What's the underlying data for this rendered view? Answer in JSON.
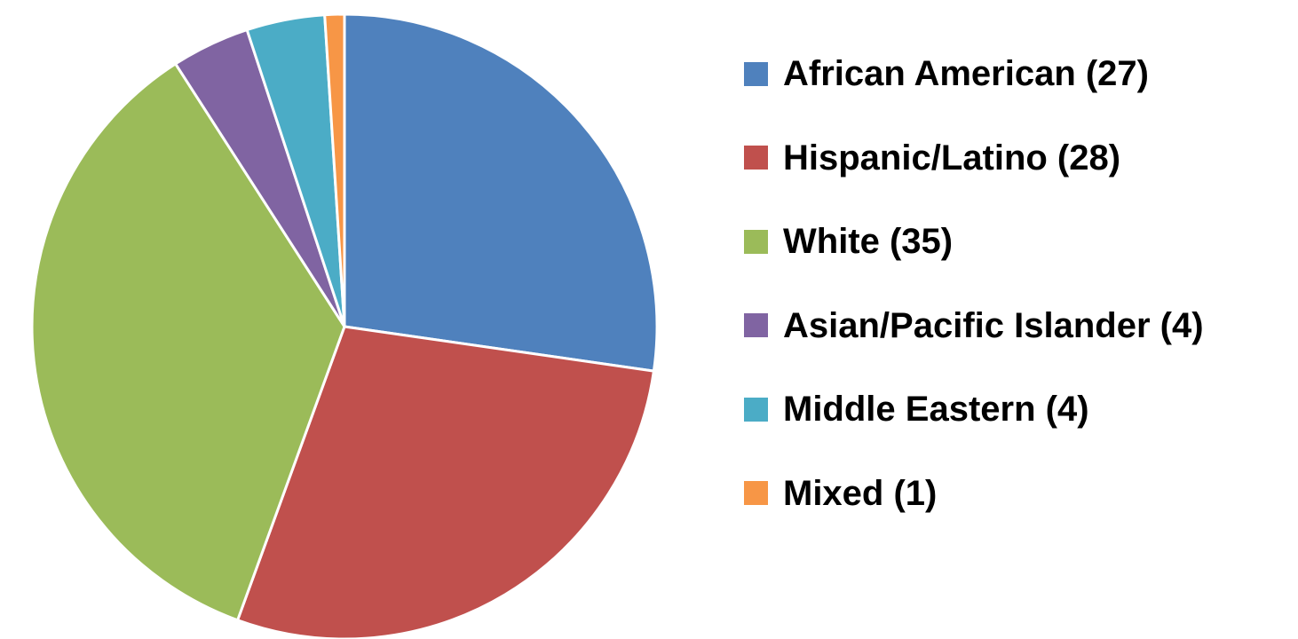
{
  "chart_data": {
    "type": "pie",
    "title": "",
    "start_angle": "12 o'clock",
    "direction": "clockwise",
    "legend_position": "right",
    "slices": [
      {
        "label": "African American (27)",
        "category": "African American",
        "value": 27,
        "color": "#4F81BD"
      },
      {
        "label": "Hispanic/Latino (28)",
        "category": "Hispanic/Latino",
        "value": 28,
        "color": "#C0504D"
      },
      {
        "label": "White (35)",
        "category": "White",
        "value": 35,
        "color": "#9BBB59"
      },
      {
        "label": "Asian/Pacific Islander (4)",
        "category": "Asian/Pacific Islander",
        "value": 4,
        "color": "#8064A2"
      },
      {
        "label": "Middle Eastern (4)",
        "category": "Middle Eastern",
        "value": 4,
        "color": "#4BACC6"
      },
      {
        "label": "Mixed (1)",
        "category": "Mixed",
        "value": 1,
        "color": "#F79646"
      }
    ]
  }
}
